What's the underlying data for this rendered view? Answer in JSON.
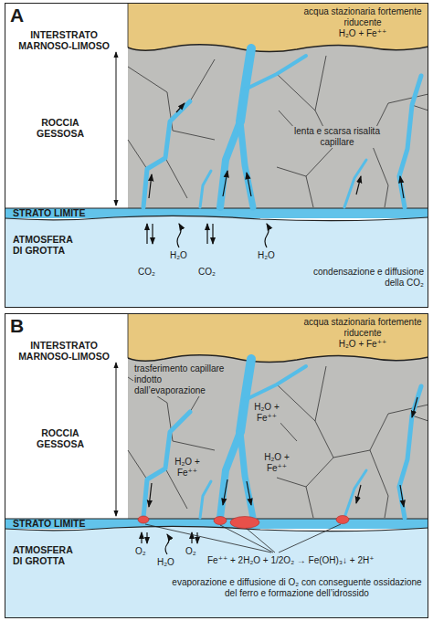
{
  "diagram": {
    "nodes": [
      {
        "text": [
          "A"
        ]
      },
      {
        "text": [
          "acqua stazionaria fortemente riducente",
          "H₂O + Fe⁺⁺"
        ],
        "in": 0
      },
      {
        "text": [
          "B"
        ]
      },
      {
        "text": [
          "acqua stazionaria fortemente riducente",
          "H₂O + Fe⁺⁺"
        ],
        "in": 2
      }
    ],
    "labels": [
      "INTERSTRATO MARNOSO-LIMOSO",
      "ROCCIA GESSOSA",
      "STRATO LIMITE",
      "ATMOSFERA DI GROTTA",
      "lenta e scarsa risalita capillare",
      "CO₂",
      "H₂O",
      "CO₂",
      "H₂O",
      "condensazione e diffusione della CO₂",
      "INTERSTRATO MARNOSO-LIMOSO",
      "ROCCIA GESSOSA",
      "STRATO LIMITE",
      "ATMOSFERA DI GROTTA",
      "trasferimento capillare indotto dall’evaporazione",
      "H₂O + Fe⁺⁺",
      "H₂O + Fe⁺⁺",
      "H₂O + Fe⁺⁺",
      "O₂",
      "H₂O",
      "O₂",
      "Fe⁺⁺ + 2H₂O + 1/2O₂ → Fe(OH)₃↓ + 2H⁺",
      "evaporazione e diffusione di O₂ con conseguente ossidazione del ferro e formazione dell’idrossido"
    ]
  }
}
